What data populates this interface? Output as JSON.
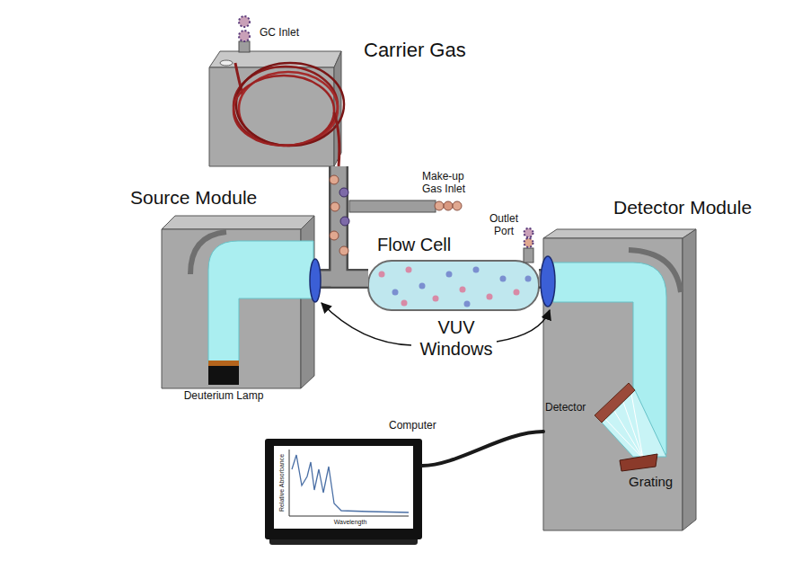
{
  "diagram": {
    "nodes": [
      {
        "text": [
          "Carrier Gas"
        ]
      },
      {
        "text": [
          "Source Module"
        ]
      },
      {
        "text": [
          "Deuterium Lamp"
        ],
        "in": 1
      },
      {
        "text": [
          "Flow Cell"
        ]
      },
      {
        "text": [
          "Detector Module"
        ]
      },
      {
        "text": [
          "Computer"
        ]
      }
    ],
    "edges": [
      {
        "from": 0,
        "to": 3,
        "arrow": "none"
      },
      {
        "from": 1,
        "to": 3,
        "arrow": "none"
      },
      {
        "from": 3,
        "to": 4,
        "arrow": "none"
      },
      {
        "from": 4,
        "to": 5,
        "arrow": "none"
      }
    ],
    "labels": [
      "GC Inlet",
      "Make-up Gas Inlet",
      "Outlet Port",
      "VUV Windows",
      "Detector",
      "Grating",
      "Relative Absorbance",
      "Wavelength"
    ]
  }
}
